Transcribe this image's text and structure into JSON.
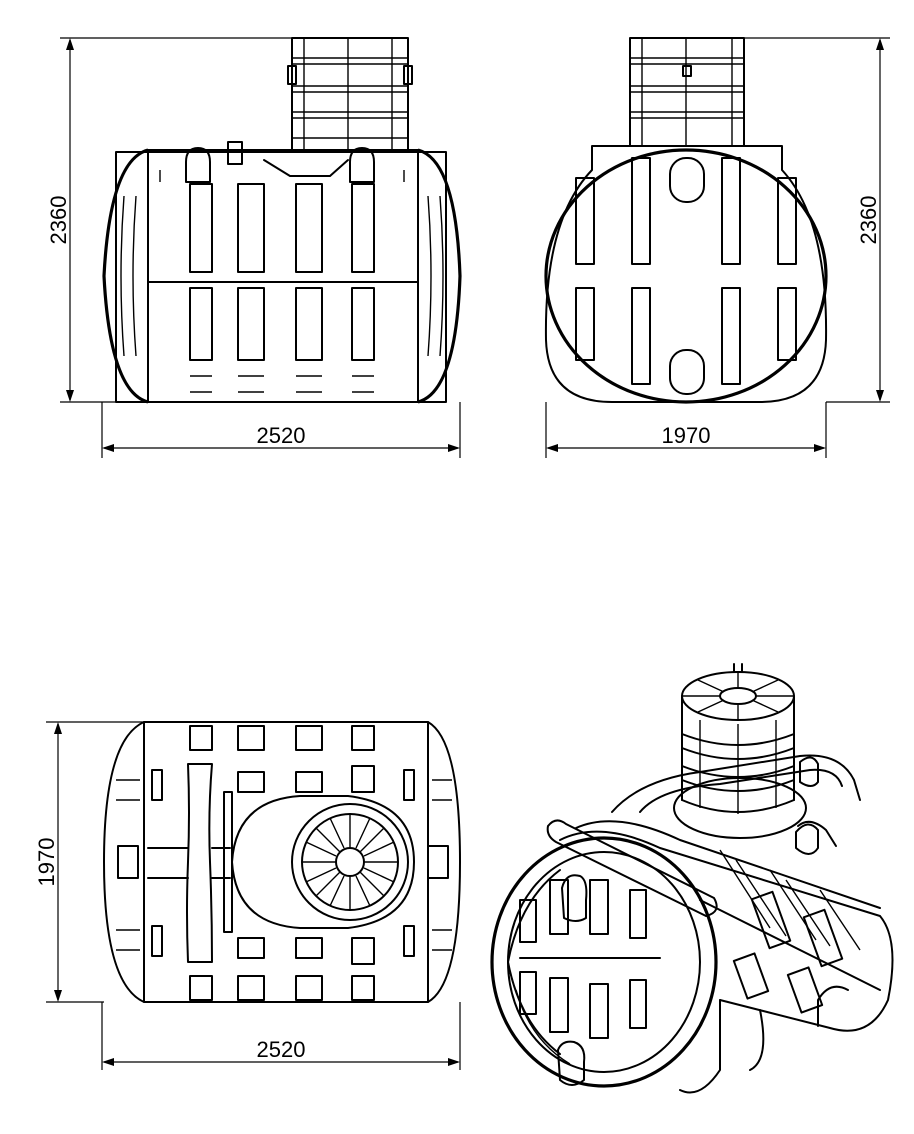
{
  "dimensions": {
    "front_height": "2360",
    "front_length": "2520",
    "side_height": "2360",
    "side_width": "1970",
    "top_width": "1970",
    "top_length": "2520"
  },
  "colors": {
    "line": "#000000",
    "background": "#ffffff"
  }
}
